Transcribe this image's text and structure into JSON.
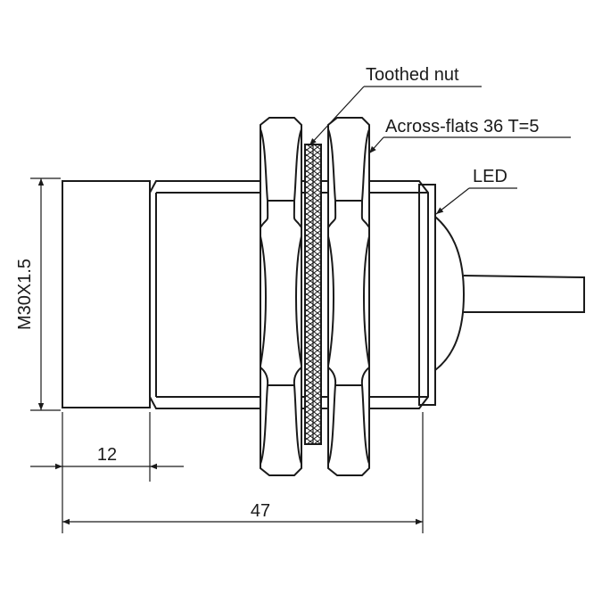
{
  "labels": {
    "toothed_nut": "Toothed nut",
    "across_flats": "Across-flats 36 T=5",
    "led": "LED",
    "thread": "M30X1.5",
    "dim_face": "12",
    "dim_total": "47"
  },
  "colors": {
    "line": "#1a1a1a",
    "background": "#ffffff"
  }
}
